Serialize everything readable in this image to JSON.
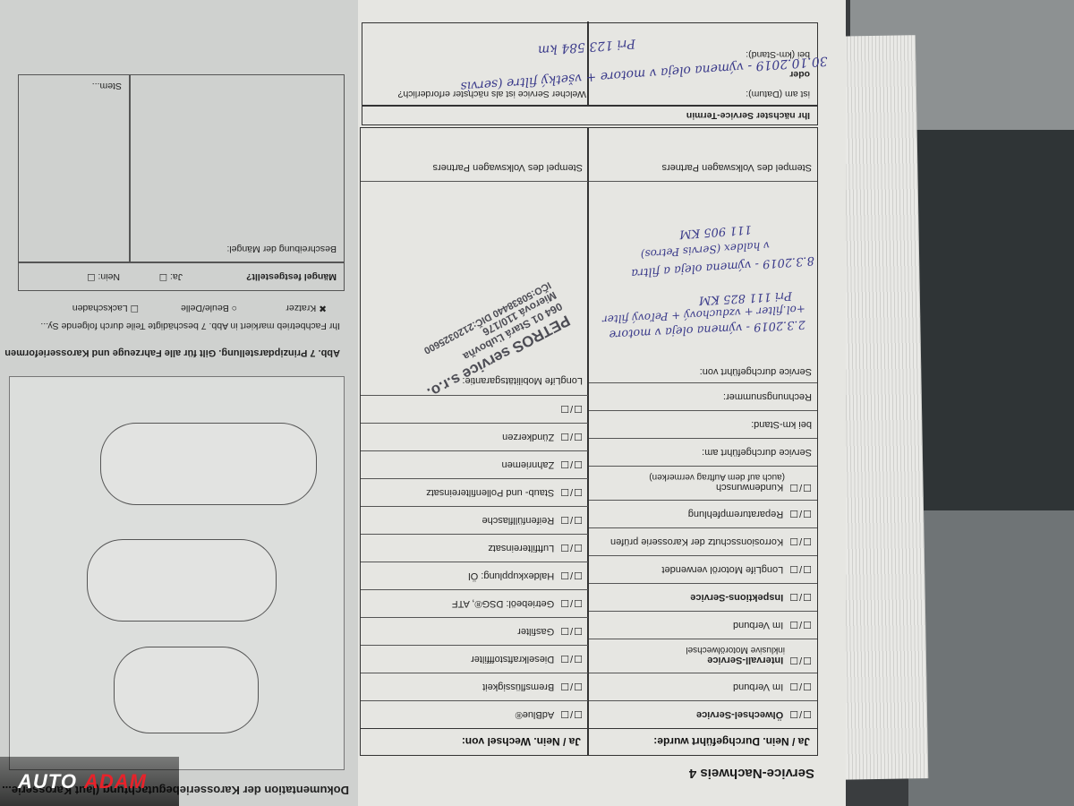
{
  "right_page": {
    "title": "Service-Nachweis 4",
    "left_header": "Ja / Nein. Durchgeführt wurde:",
    "right_header": "Ja / Nein. Wechsel von:",
    "checkbox": "☐/☐",
    "left_rows": [
      {
        "label": "Ölwechsel-Service",
        "bold": true
      },
      {
        "label": "Im Verbund",
        "bold": false
      },
      {
        "label": "Intervall-Service",
        "bold": true,
        "sub": "inklusive Motorölwechsel"
      },
      {
        "label": "Im Verbund",
        "bold": false
      },
      {
        "label": "Inspektions-Service",
        "bold": true
      },
      {
        "label": "LongLife Motoröl verwendet",
        "bold": false
      },
      {
        "label": "Korrosionsschutz der Karosserie prüfen",
        "bold": false
      },
      {
        "label": "Reparaturempfehlung",
        "bold": false
      },
      {
        "label": "Kundenwunsch",
        "bold": false,
        "sub": "(auch auf dem Auftrag vermerken)"
      },
      {
        "label": "Service durchgeführt am:",
        "bold": false
      },
      {
        "label": "bei km-Stand:",
        "bold": false
      },
      {
        "label": "Rechnungsnummer:",
        "bold": false
      },
      {
        "label": "Service durchgeführt von:",
        "bold": false
      }
    ],
    "right_rows": [
      {
        "label": "AdBlue®"
      },
      {
        "label": "Bremsflüssigkeit"
      },
      {
        "label": "Dieselkraftstofffilter"
      },
      {
        "label": "Gasfilter"
      },
      {
        "label": "Getriebeöl: DSG®, ATF"
      },
      {
        "label": "Haldexkupplung: Öl"
      },
      {
        "label": "Luftfiltereinsatz"
      },
      {
        "label": "Reifenfüllflasche"
      },
      {
        "label": "Staub- und Pollenfiltereinsatz"
      },
      {
        "label": "Zahnriemen"
      },
      {
        "label": "Zündkerzen"
      },
      {
        "label": ""
      }
    ],
    "longlife_label": "LongLife Mobilitätsgarantie:",
    "stamp_left_label": "Stempel des Volkswagen Partners",
    "stamp_right_label": "Stempel des Volkswagen Partners",
    "next_service_title": "Ihr nächster Service-Termin",
    "next_service_date": "ist am (Datum):",
    "next_service_or": "oder",
    "next_service_km": "bei (km-Stand):",
    "next_service_question": "Welcher Service ist als nächster erforderlich?",
    "handwritten": {
      "entry1_line1": "2.3.2019 - výmena oleja v motore",
      "entry1_line2": "+ol.filter + vzduchový + Peľový filter",
      "entry1_line3": "Pri 111 825 KM",
      "entry2_line1": "8.3.2019 - výmena oleja a filtra",
      "entry2_line2": "v haldex (Servis Petros)",
      "entry2_line3": "111 905 KM",
      "entry3_line1": "30.10.2019 - výmena oleja v motore + všetký filtre (servis",
      "entry3_line2": "Pri 123 584 km"
    },
    "stamp": {
      "line1": "PETROS service s.r.o.",
      "line2": "064 01 Stará Ľubovňa",
      "line3": "Mierová 110/176",
      "line4": "IČO:50838440 DIČ:2120325600"
    }
  },
  "left_page": {
    "title": "Dokumentation der Karosseriebegutachtung (laut Karosserie...",
    "figure_caption": "Abb. 7  Prinzipdarstellung. Gilt für alle Fahrzeuge und Karosserieformen",
    "instruction": "Ihr Fachbetrieb markiert in Abb. 7 beschädigte Teile durch folgende Sy...",
    "legend_kratzer": "Kratzer",
    "legend_beule": "Beule/Delle",
    "legend_lack": "Lackschaden",
    "maengel_label": "Mängel festgestellt?",
    "ja_label": "Ja:",
    "nein_label": "Nein:",
    "beschreibung_label": "Beschreibung der Mängel:",
    "stempel_label": "Stem..."
  },
  "logo": {
    "word1": "AUTO",
    "word2": "ADAM",
    "brand_color": "#e8222a"
  }
}
